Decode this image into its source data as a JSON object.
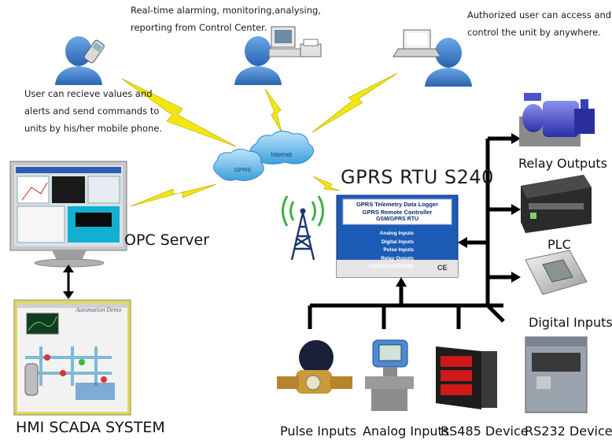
{
  "annotations": {
    "control_center": [
      "Real-time alarming, monitoring,analysing,",
      "reporting from Control Center."
    ],
    "authorized_user": [
      "Authorized user can access and",
      "control the unit by anywhere."
    ],
    "mobile_user": [
      "User can recieve values and",
      "alerts and send commands to",
      "units by his/her mobile phone."
    ]
  },
  "cloud": {
    "internet": "Internet",
    "gprs": "GPRS"
  },
  "device_title": "GPRS RTU S240",
  "rtu_panel": {
    "line1": "GPRS Telemetry Data Logger",
    "line2": "GPRS Remote Controller",
    "line3": "GSM/GPRS RTU",
    "inputs": [
      "Analog Inputs",
      "Digital Inputs",
      "Pulse Inputs",
      "Relay Ouputs",
      "USB/RS232/RS485"
    ],
    "ce_mark": "CE"
  },
  "labels": {
    "opc_server": "OPC Server",
    "hmi_scada": "HMI SCADA SYSTEM",
    "relay_outputs": "Relay Outputs",
    "plc": "PLC",
    "digital_inputs": "Digital Inputs",
    "pulse_inputs": "Pulse Inputs",
    "analog_inputs": "Analog Inputs",
    "rs485_device": "RS485 Device",
    "rs232_device": "RS232 Device"
  },
  "hmi_screen_title": "Automation Demo",
  "colors": {
    "person": "#3f7fc9",
    "lightning": "#f2e70f",
    "bus": "#000000",
    "rtu_panel": "#1d5cb6",
    "cloud": "#4fb2e6",
    "tower_signal": "#3cb043"
  }
}
